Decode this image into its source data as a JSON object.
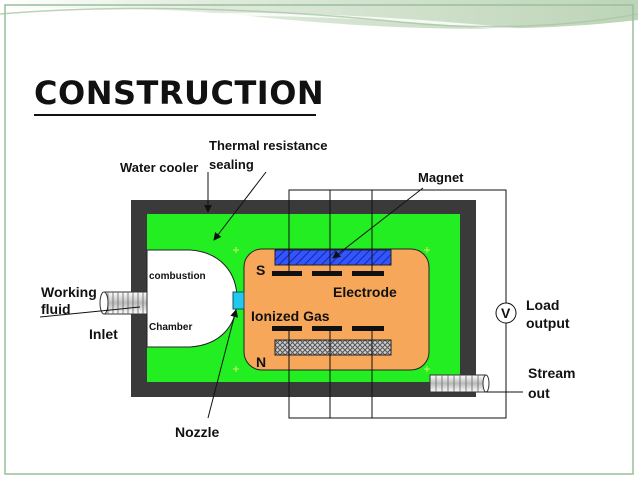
{
  "slide": {
    "title": "CONSTRUCTION"
  },
  "labels": {
    "thermal_resistance": "Thermal resistance",
    "sealing": "sealing",
    "water_cooler": "Water cooler",
    "magnet": "Magnet",
    "working_fluid_line1": "Working",
    "working_fluid_line2": "fluid",
    "inlet": "Inlet",
    "combustion": "combustion",
    "chamber": "Chamber",
    "s_pole": "S",
    "n_pole": "N",
    "electrode": "Electrode",
    "ionized_gas": "Ionized Gas",
    "voltmeter": "V",
    "load_output_line1": "Load",
    "load_output_line2": "output",
    "stream_out_line1": "Stream",
    "stream_out_line2": "out",
    "nozzle": "Nozzle"
  },
  "colors": {
    "header_band": "#c8dcc4",
    "outer_casing": "#3a3a3a",
    "water_cooler": "#22ee22",
    "ionized_gas": "#f6a75a",
    "magnet_top": "#3355ff",
    "nozzle": "#22c8ee",
    "slide_border": "#9abf9a"
  }
}
